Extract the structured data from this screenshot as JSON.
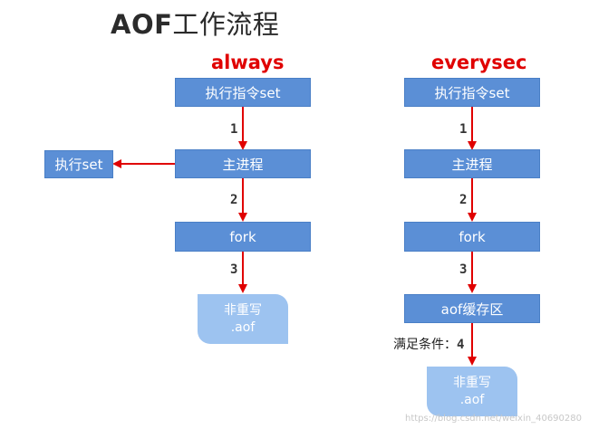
{
  "title": {
    "prefix": "AOF",
    "suffix": "工作流程"
  },
  "always": {
    "label": "always",
    "command": "执行指令set",
    "main": "主进程",
    "fork": "fork",
    "doc_line1": "非重写",
    "doc_line2": ".aof",
    "side": "执行set",
    "steps": [
      "1",
      "2",
      "3"
    ]
  },
  "everysec": {
    "label": "everysec",
    "command": "执行指令set",
    "main": "主进程",
    "fork": "fork",
    "buffer": "aof缓存区",
    "condition": "满足条件：",
    "doc_line1": "非重写",
    "doc_line2": ".aof",
    "steps": [
      "1",
      "2",
      "3",
      "4"
    ]
  },
  "watermark": "https://blog.csdn.net/weixin_40690280",
  "colors": {
    "box": "#5b8fd6",
    "doc": "#9dc3f0",
    "arrow": "#e00000",
    "mode": "#e00000"
  }
}
